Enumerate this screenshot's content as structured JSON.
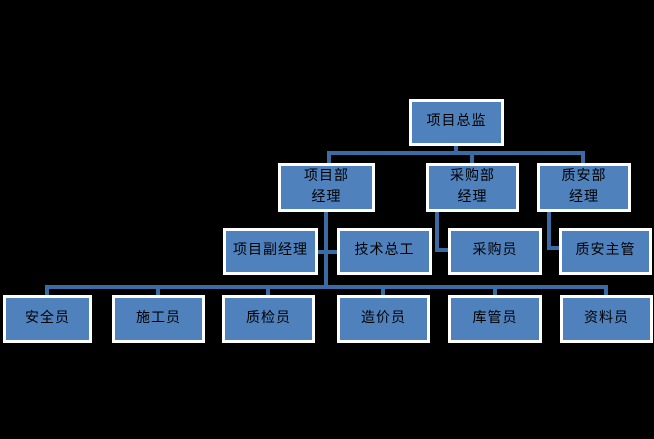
{
  "diagram": {
    "type": "org-chart",
    "colors": {
      "background": "#000000",
      "node_fill": "#4F81BD",
      "node_border": "#FFFFFF",
      "connector": "#3A6BA3",
      "text": "#000000"
    },
    "nodes": [
      {
        "id": "project-director",
        "label": "项目总监",
        "level": 1,
        "parent": null
      },
      {
        "id": "project-dept-manager",
        "label": "项目部\n经理",
        "level": 2,
        "parent": "project-director"
      },
      {
        "id": "procurement-dept-manager",
        "label": "采购部\n经理",
        "level": 2,
        "parent": "project-director"
      },
      {
        "id": "quality-safety-dept-manager",
        "label": "质安部\n经理",
        "level": 2,
        "parent": "project-director"
      },
      {
        "id": "deputy-project-manager",
        "label": "项目副经理",
        "level": 3,
        "parent": "project-dept-manager"
      },
      {
        "id": "chief-technical-engineer",
        "label": "技术总工",
        "level": 3,
        "parent": "project-dept-manager"
      },
      {
        "id": "purchaser",
        "label": "采购员",
        "level": 3,
        "parent": "procurement-dept-manager"
      },
      {
        "id": "quality-safety-supervisor",
        "label": "质安主管",
        "level": 3,
        "parent": "quality-safety-dept-manager"
      },
      {
        "id": "safety-officer",
        "label": "安全员",
        "level": 4,
        "parent": "project-dept-manager"
      },
      {
        "id": "construction-officer",
        "label": "施工员",
        "level": 4,
        "parent": "project-dept-manager"
      },
      {
        "id": "quality-inspector",
        "label": "质检员",
        "level": 4,
        "parent": "project-dept-manager"
      },
      {
        "id": "cost-estimator",
        "label": "造价员",
        "level": 4,
        "parent": "project-dept-manager"
      },
      {
        "id": "warehouse-keeper",
        "label": "库管员",
        "level": 4,
        "parent": "project-dept-manager"
      },
      {
        "id": "document-controller",
        "label": "资料员",
        "level": 4,
        "parent": "project-dept-manager"
      }
    ]
  }
}
